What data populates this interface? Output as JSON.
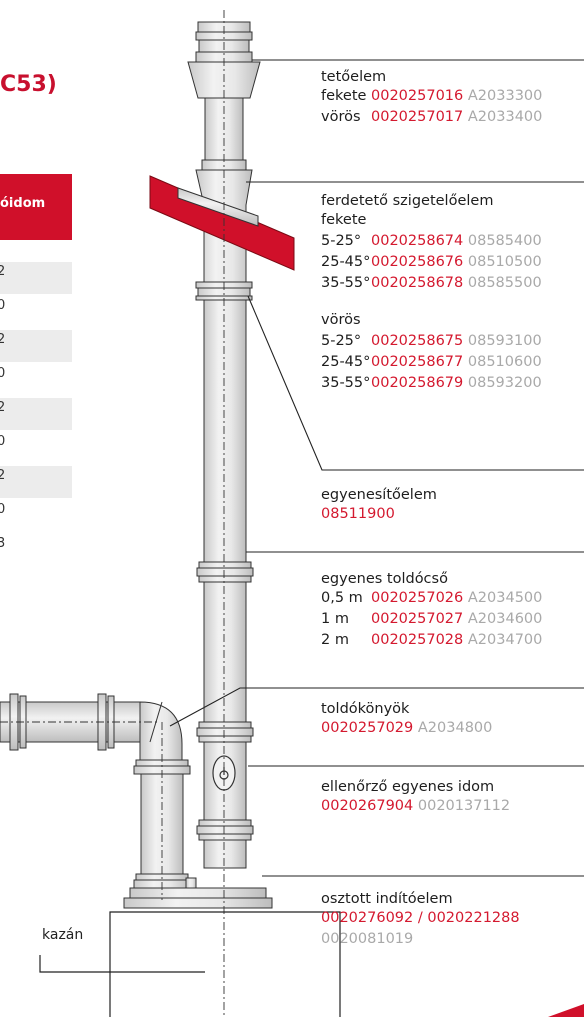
{
  "left_panel": {
    "title_fragment": "C53)",
    "header_fragment": "óidom",
    "row_marks": [
      "2",
      "0",
      "2",
      "0",
      "2",
      "0",
      "2",
      "0",
      "3"
    ],
    "stripe_rows": [
      1,
      3,
      5,
      7
    ],
    "boiler_label": "kazán"
  },
  "colors": {
    "accent_red": "#d0102a",
    "part_number_red": "#d4192f",
    "code_grey": "#a9a9a9",
    "line_dark": "#222222"
  },
  "labels": [
    {
      "title": "tetőelem",
      "lines": [
        {
          "pre": "fekete ",
          "red": "0020257016",
          "grey": " A2033300"
        },
        {
          "pre": "vörös ",
          "red": "0020257017",
          "grey": " A2033400"
        }
      ]
    },
    {
      "title": "ferdetető szigetelőelem",
      "sub1": "fekete",
      "lines": [
        {
          "pre": "5-25°",
          "red": "0020258674",
          "grey": " 08585400"
        },
        {
          "pre": "25-45°",
          "red": "0020258676",
          "grey": " 08510500"
        },
        {
          "pre": "35-55°",
          "red": "0020258678",
          "grey": " 08585500"
        }
      ],
      "sub2": "vörös",
      "lines2": [
        {
          "pre": "5-25°",
          "red": "0020258675",
          "grey": " 08593100"
        },
        {
          "pre": "25-45°",
          "red": "0020258677",
          "grey": " 08510600"
        },
        {
          "pre": "35-55°",
          "red": "0020258679",
          "grey": " 08593200"
        }
      ]
    },
    {
      "title": "egyenesítőelem",
      "lines": [
        {
          "pre": "",
          "red": "08511900",
          "grey": ""
        }
      ]
    },
    {
      "title": "egyenes toldócső",
      "lines": [
        {
          "pre": "0,5 m",
          "red": "0020257026",
          "grey": " A2034500"
        },
        {
          "pre": "1 m",
          "red": "0020257027",
          "grey": " A2034600"
        },
        {
          "pre": "2 m",
          "red": "0020257028",
          "grey": " A2034700"
        }
      ]
    },
    {
      "title": "toldókönyök",
      "lines": [
        {
          "pre": "",
          "red": "0020257029",
          "grey": " A2034800"
        }
      ]
    },
    {
      "title": "ellenőrző egyenes idom",
      "lines": [
        {
          "pre": "",
          "red": "0020267904",
          "grey": " 0020137112"
        }
      ]
    },
    {
      "title": "osztott indítóelem",
      "lines": [
        {
          "pre": "",
          "red": "0020276092 / 0020221288",
          "grey": ""
        },
        {
          "pre": "",
          "red": "",
          "grey": "0020081019"
        }
      ]
    }
  ]
}
